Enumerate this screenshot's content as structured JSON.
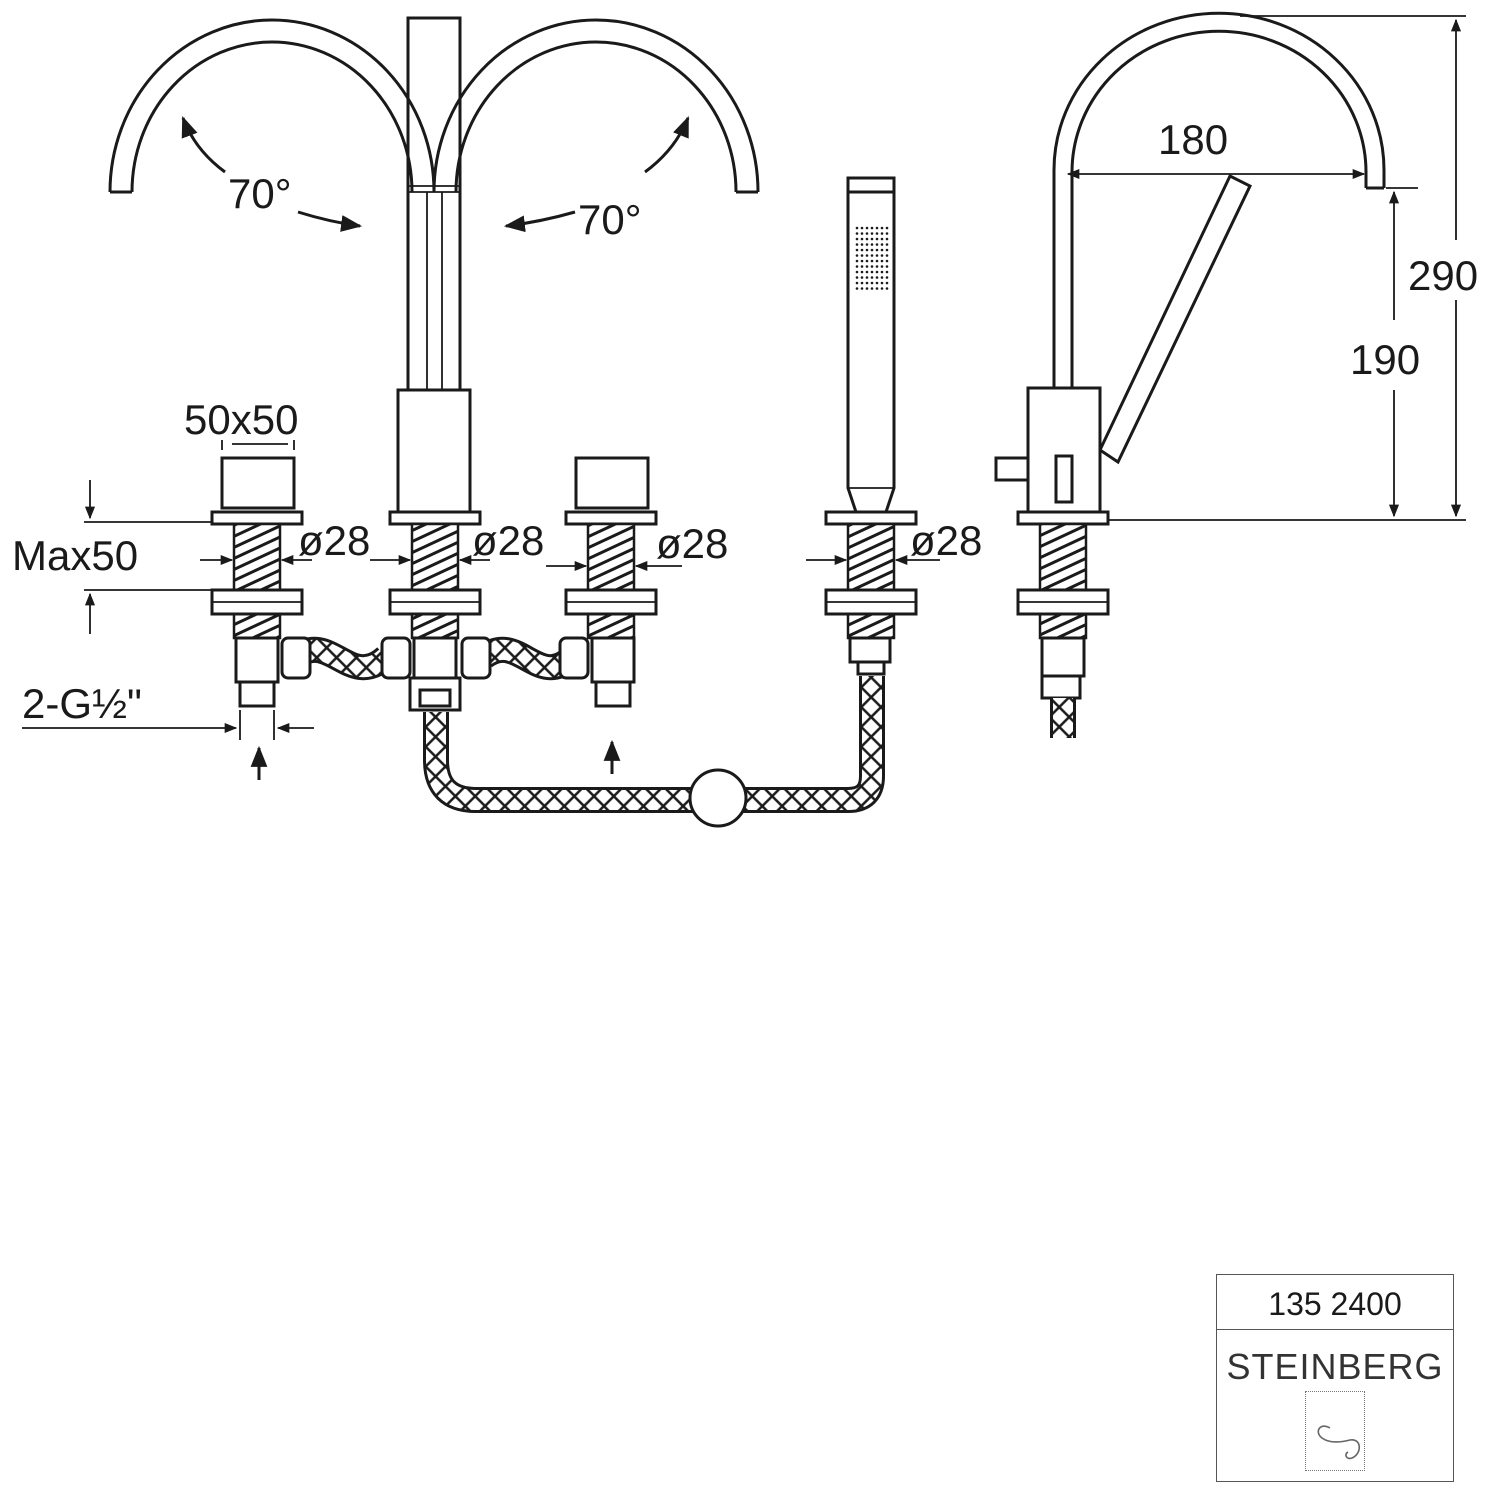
{
  "dimensions": {
    "swing_left": "70°",
    "swing_right": "70°",
    "handle_size": "50x50",
    "max_deck": "Max50",
    "thread": "2-G½\"",
    "dia_1": "ø28",
    "dia_2": "ø28",
    "dia_3": "ø28",
    "dia_4": "ø28",
    "reach": "180",
    "height_total": "290",
    "height_spout": "190"
  },
  "title_block": {
    "code": "135 2400",
    "brand": "STEINBERG"
  }
}
